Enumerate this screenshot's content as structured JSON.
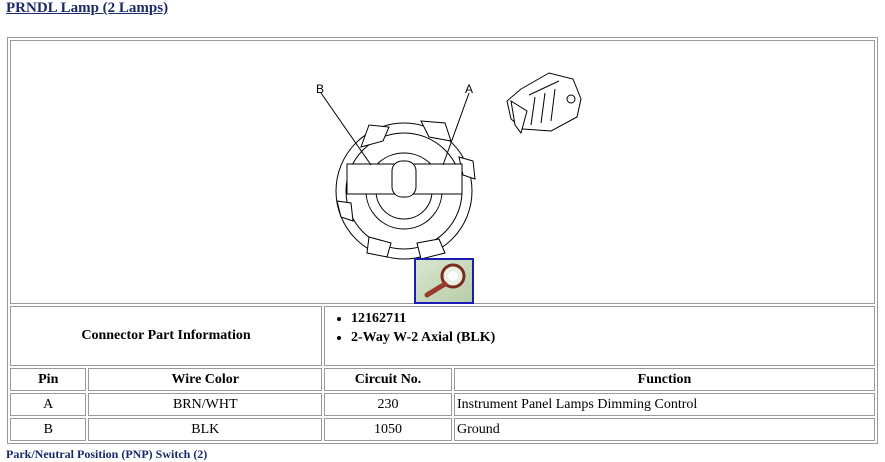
{
  "page": {
    "title": "PRNDL Lamp (2 Lamps)",
    "footer_text": "Park/Neutral Position (PNP) Switch (2)"
  },
  "diagram": {
    "label_a": "A",
    "label_b": "B",
    "zoom_icon": "magnifier-icon"
  },
  "connector": {
    "label": "Connector Part Information",
    "parts": [
      "12162711",
      "2-Way W-2 Axial (BLK)"
    ]
  },
  "table": {
    "headers": [
      "Pin",
      "Wire Color",
      "Circuit No.",
      "Function"
    ],
    "rows": [
      {
        "pin": "A",
        "wire_color": "BRN/WHT",
        "circuit": "230",
        "function": "Instrument Panel Lamps Dimming Control"
      },
      {
        "pin": "B",
        "wire_color": "BLK",
        "circuit": "1050",
        "function": "Ground"
      }
    ]
  }
}
